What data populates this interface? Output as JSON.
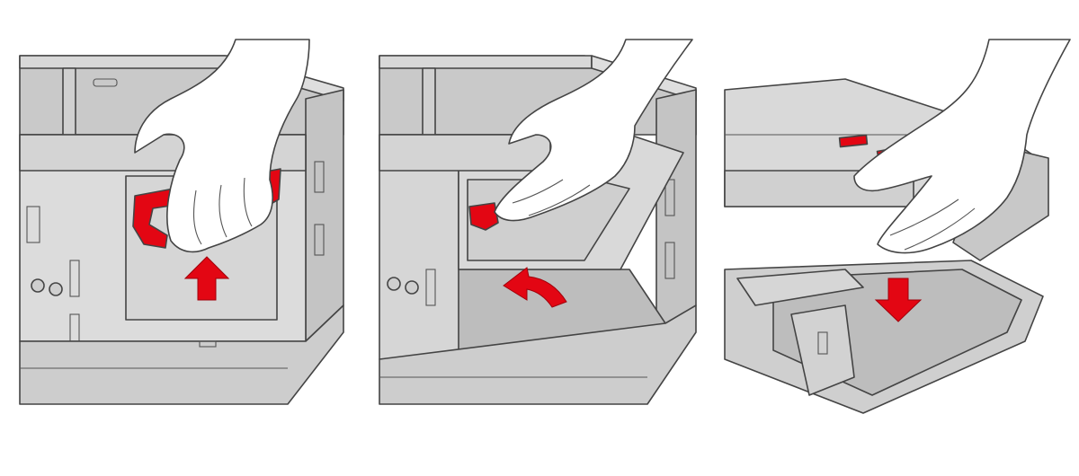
{
  "colors": {
    "background": "#ffffff",
    "crate_light": "#dcdcdc",
    "crate_mid": "#c8c8c8",
    "crate_dark": "#b4b4b4",
    "crate_floor": "#bdbdbd",
    "outline": "#444444",
    "accent_red": "#e30613",
    "hand_fill": "#ffffff"
  },
  "steps": [
    {
      "icon": "lift-wall-icon",
      "arrow_direction": "up"
    },
    {
      "icon": "fold-wall-inward-icon",
      "arrow_direction": "curve-in"
    },
    {
      "icon": "press-lid-down-icon",
      "arrow_direction": "down"
    }
  ]
}
